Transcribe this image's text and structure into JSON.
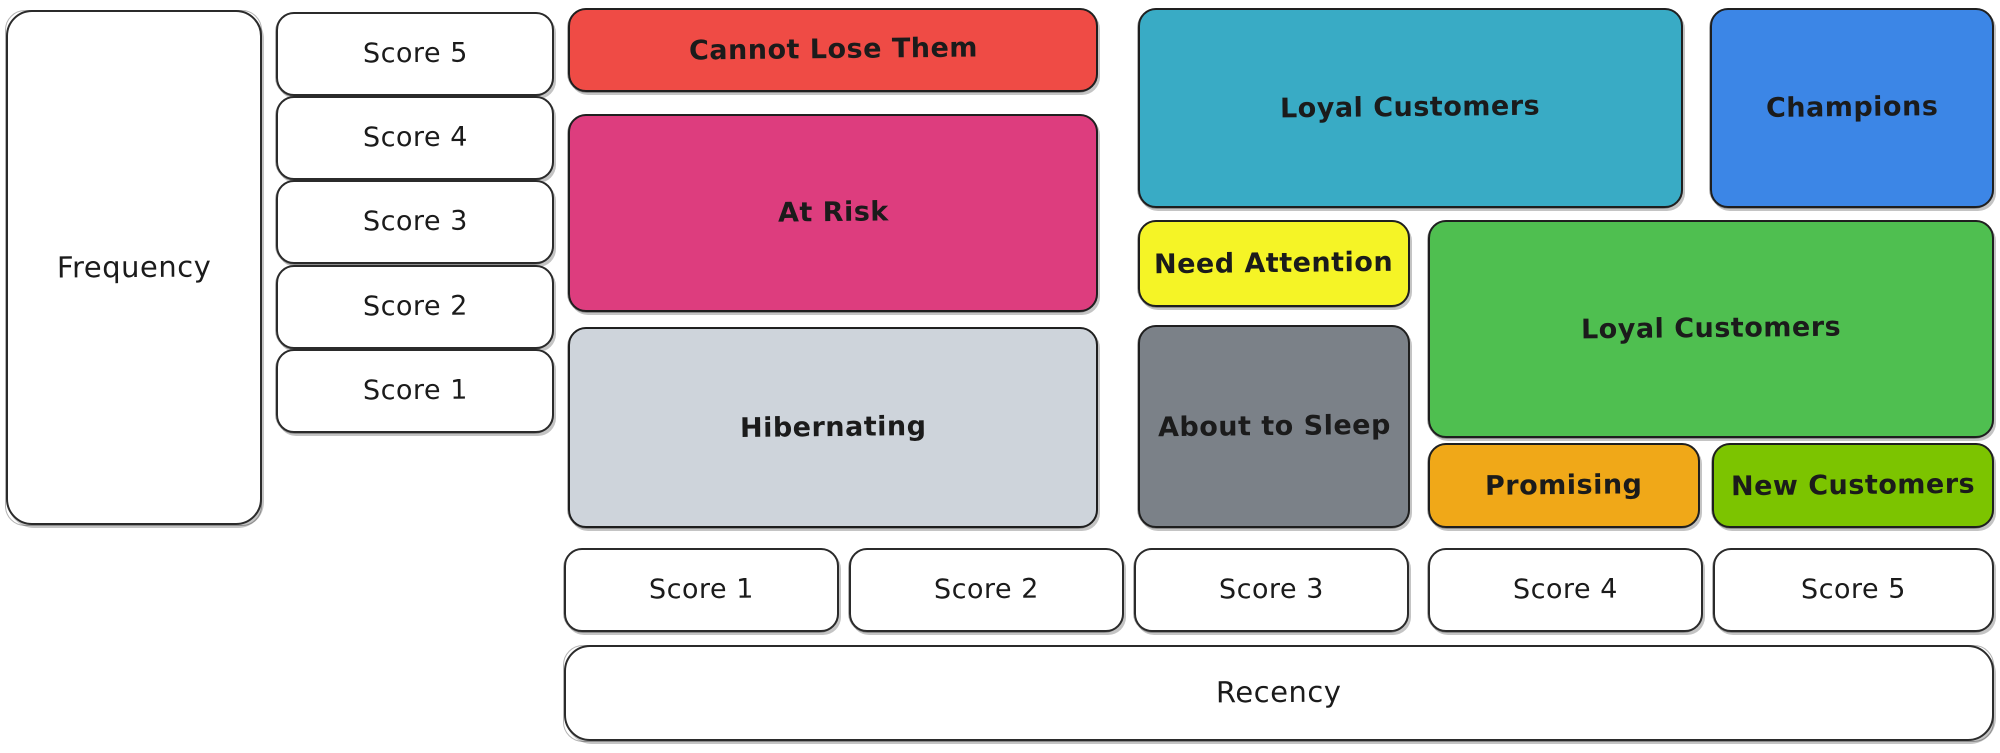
{
  "diagram": {
    "type": "rfm-segmentation-matrix",
    "axes": {
      "y_title": "Frequency",
      "x_title": "Recency",
      "y_scores": [
        "Score 5",
        "Score 4",
        "Score 3",
        "Score 2",
        "Score 1"
      ],
      "x_scores": [
        "Score 1",
        "Score 2",
        "Score 3",
        "Score 4",
        "Score 5"
      ]
    },
    "colors": {
      "cannot_lose_them": "#ef4b45",
      "at_risk": "#dd3d7e",
      "hibernating": "#ced4db",
      "loyal_customers_teal": "#39abc5",
      "need_attention": "#f5f426",
      "about_to_sleep": "#7b8188",
      "champions": "#3c86e6",
      "loyal_customers_green": "#4fbf50",
      "promising": "#f0a818",
      "new_customers": "#7cc400",
      "stroke": "#1e1e1e",
      "background": "#ffffff"
    },
    "segments": [
      {
        "id": "cannot-lose-them",
        "label": "Cannot Lose Them",
        "color": "#ef4b45",
        "recency_scores": [
          1,
          2
        ],
        "frequency_scores": [
          5
        ]
      },
      {
        "id": "at-risk",
        "label": "At Risk",
        "color": "#dd3d7e",
        "recency_scores": [
          1,
          2
        ],
        "frequency_scores": [
          3,
          4
        ]
      },
      {
        "id": "hibernating",
        "label": "Hibernating",
        "color": "#ced4db",
        "recency_scores": [
          1,
          2
        ],
        "frequency_scores": [
          1,
          2
        ]
      },
      {
        "id": "loyal-customers-teal",
        "label": "Loyal Customers",
        "color": "#39abc5",
        "recency_scores": [
          3,
          4
        ],
        "frequency_scores": [
          4,
          5
        ]
      },
      {
        "id": "need-attention",
        "label": "Need Attention",
        "color": "#f5f426",
        "recency_scores": [
          3
        ],
        "frequency_scores": [
          3
        ]
      },
      {
        "id": "about-to-sleep",
        "label": "About to Sleep",
        "color": "#7b8188",
        "recency_scores": [
          3
        ],
        "frequency_scores": [
          1,
          2
        ]
      },
      {
        "id": "champions",
        "label": "Champions",
        "color": "#3c86e6",
        "recency_scores": [
          5
        ],
        "frequency_scores": [
          5
        ]
      },
      {
        "id": "loyal-customers-green",
        "label": "Loyal Customers",
        "color": "#4fbf50",
        "recency_scores": [
          4,
          5
        ],
        "frequency_scores": [
          2,
          3
        ]
      },
      {
        "id": "promising",
        "label": "Promising",
        "color": "#f0a818",
        "recency_scores": [
          4
        ],
        "frequency_scores": [
          1
        ]
      },
      {
        "id": "new-customers",
        "label": "New Customers",
        "color": "#7cc400",
        "recency_scores": [
          5
        ],
        "frequency_scores": [
          1
        ]
      }
    ]
  }
}
